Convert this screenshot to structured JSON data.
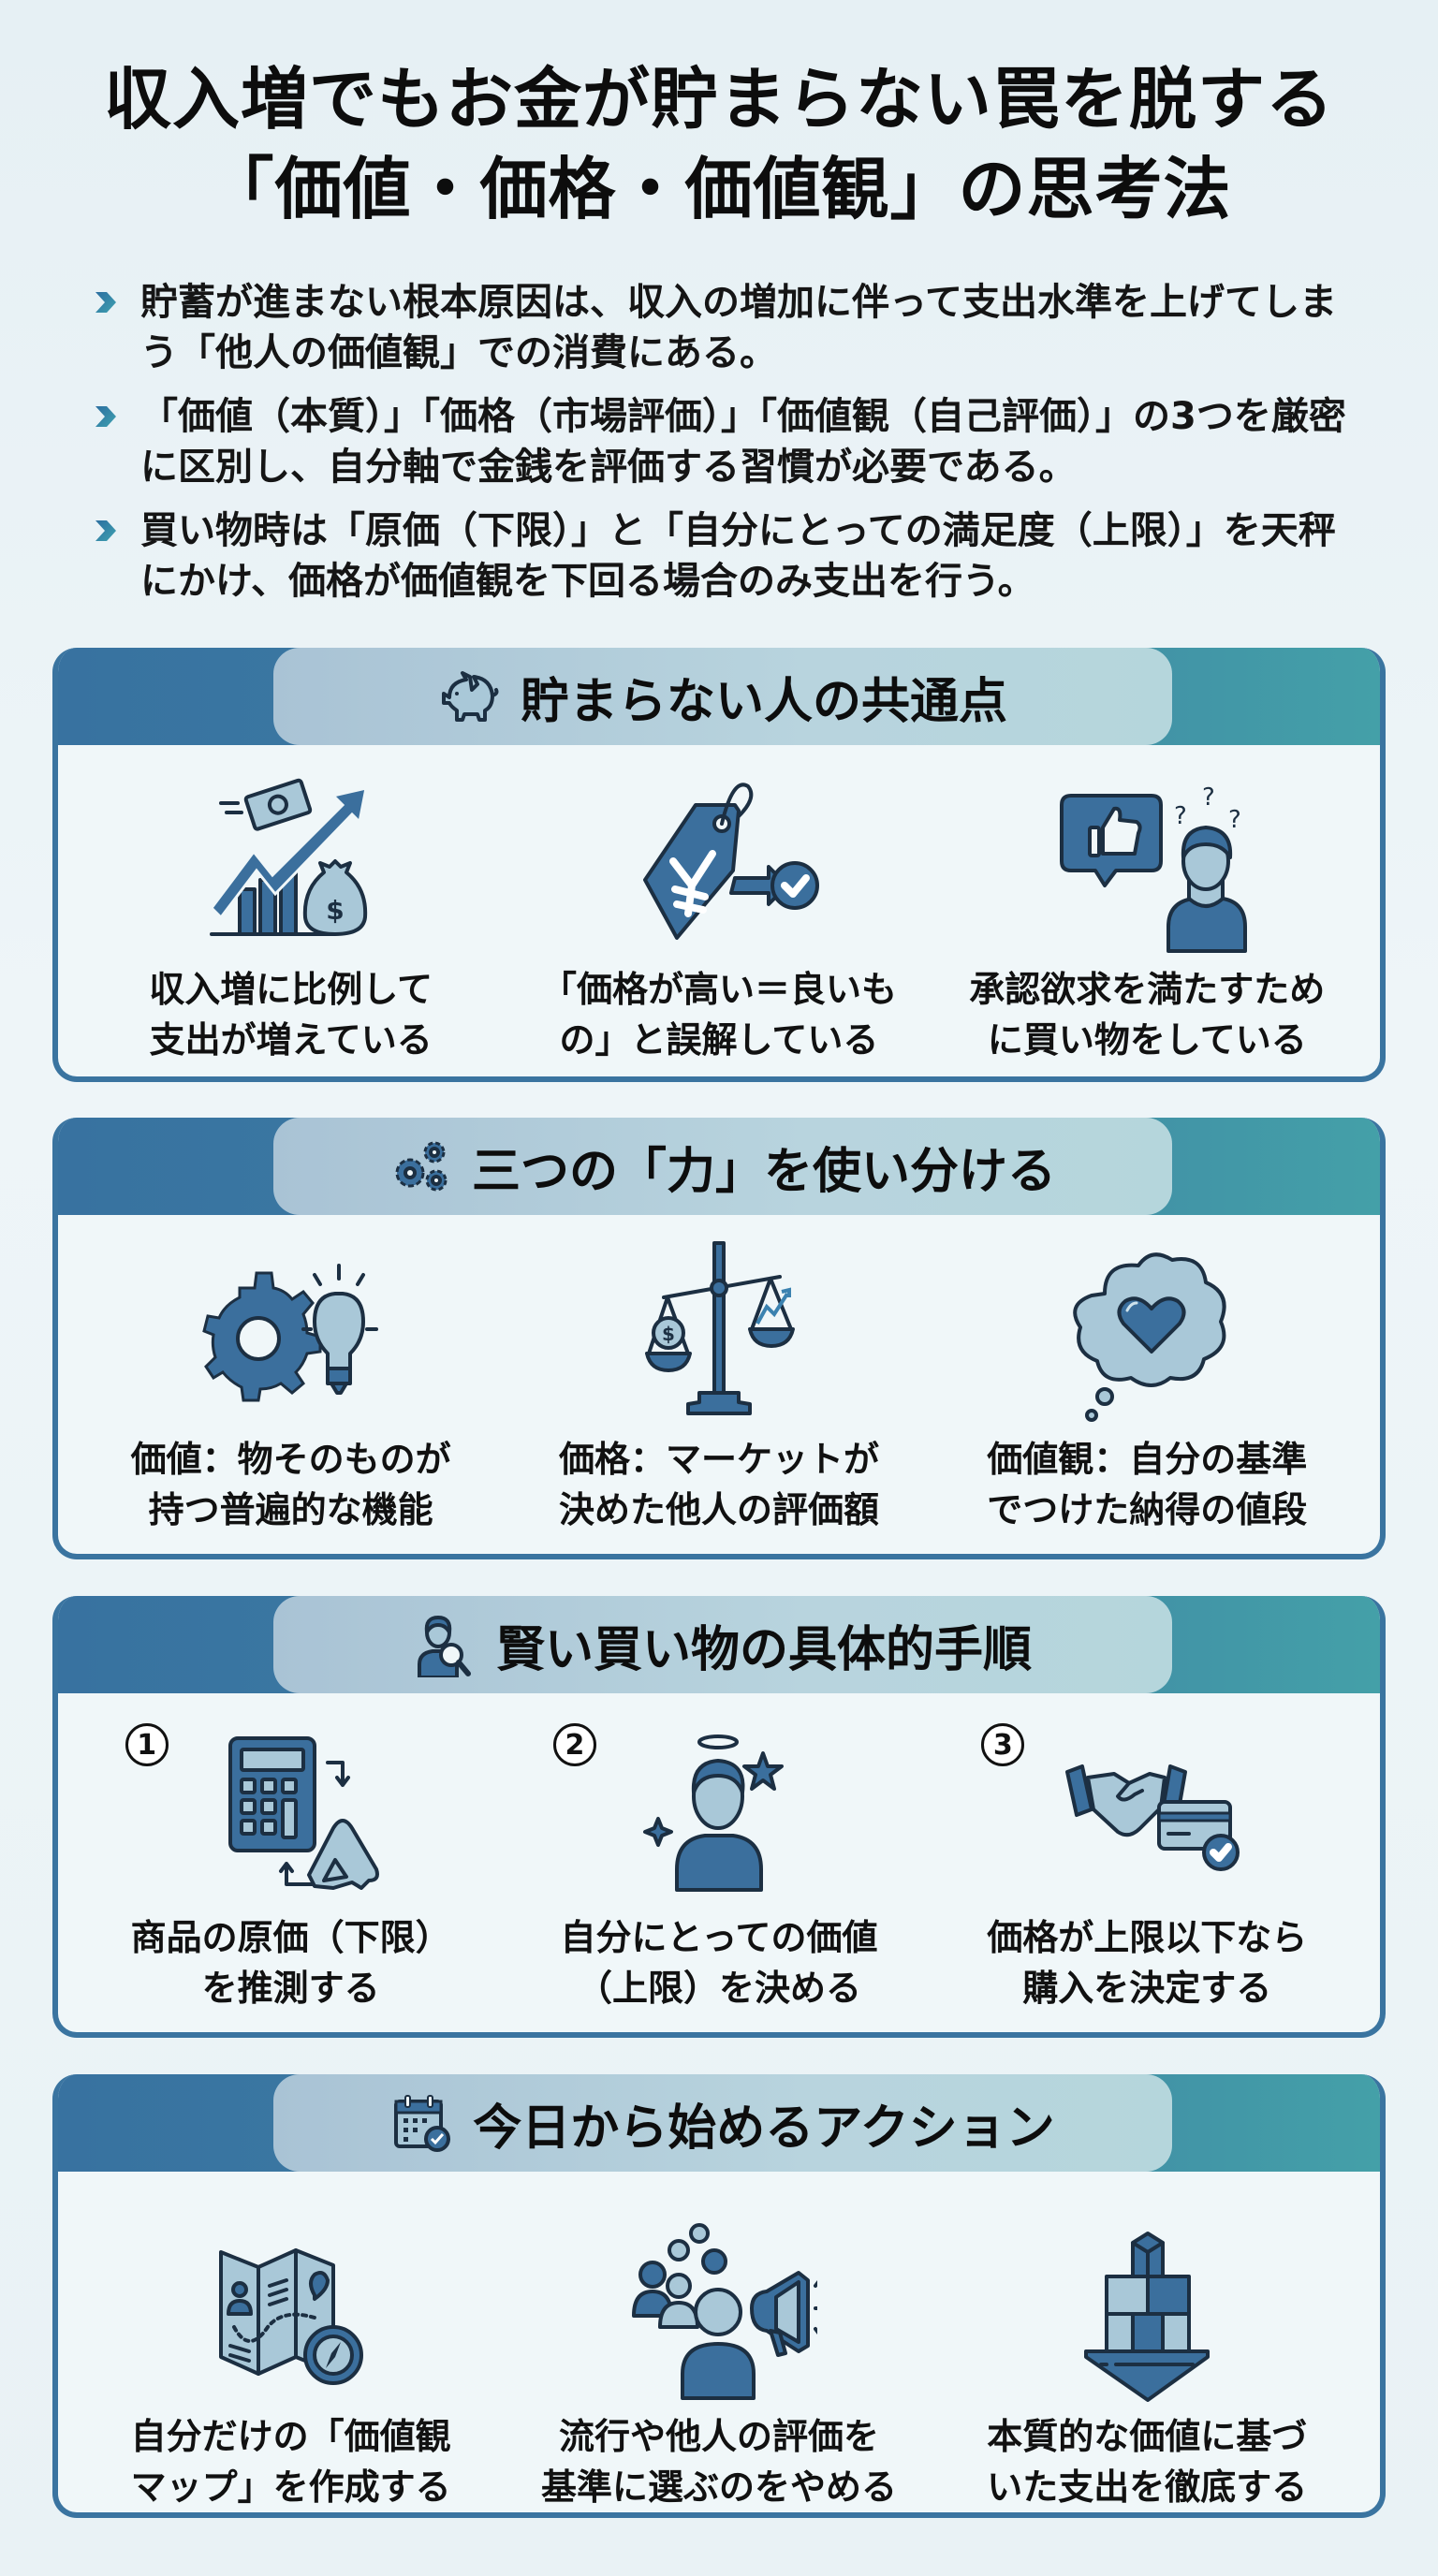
{
  "title": {
    "line1": "収入増でもお金が貯まらない罠を脱する",
    "line2": "「価値・価格・価値観」の思考法"
  },
  "bullets": [
    "貯蓄が進まない根本原因は、収入の増加に伴って支出水準を上げてしまう「他人の価値観」での消費にある。",
    "「価値（本質）」「価格（市場評価）」「価値観（自己評価）」の3つを厳密に区別し、自分軸で金銭を評価する習慣が必要である。",
    "買い物時は「原価（下限）」と「自分にとっての満足度（上限）」を天秤にかけ、価格が価値観を下回る場合のみ支出を行う。"
  ],
  "colors": {
    "header_left": "#3872a0",
    "header_right": "#44a0a8",
    "pill": "#b8d4de",
    "icon_dark": "#3b6f9d",
    "icon_light": "#a9c8d8",
    "outline": "#1c2f42",
    "card_bg": "#f0f7f9"
  },
  "sections": [
    {
      "title": "貯まらない人の共通点",
      "icon": "broken-piggy-bank-icon",
      "items": [
        {
          "icon": "rising-chart-money-icon",
          "text": "収入増に比例して\n支出が増えている"
        },
        {
          "icon": "yen-price-tag-check-icon",
          "text": "「価格が高い＝良いも\nの」と誤解している"
        },
        {
          "icon": "thumbs-up-confused-person-icon",
          "text": "承認欲求を満たすため\nに買い物をしている"
        }
      ]
    },
    {
      "title": "三つの「力」を使い分ける",
      "icon": "gears-icon",
      "items": [
        {
          "icon": "gear-lightbulb-icon",
          "text": "価値：物そのものが\n持つ普遍的な機能"
        },
        {
          "icon": "balance-scale-icon",
          "text": "価格：マーケットが\n決めた他人の評価額"
        },
        {
          "icon": "heart-thought-bubble-icon",
          "text": "価値観：自分の基準\nでつけた納得の値段"
        }
      ]
    },
    {
      "title": "賢い買い物の具体的手順",
      "icon": "person-magnifier-icon",
      "items": [
        {
          "step": "1",
          "icon": "calculator-raw-material-icon",
          "text": "商品の原価（下限）\nを推測する"
        },
        {
          "step": "2",
          "icon": "person-halo-star-icon",
          "text": "自分にとっての価値\n（上限）を決める"
        },
        {
          "step": "3",
          "icon": "handshake-card-check-icon",
          "text": "価格が上限以下なら\n購入を決定する"
        }
      ]
    },
    {
      "title": "今日から始めるアクション",
      "icon": "calendar-check-icon",
      "items": [
        {
          "icon": "map-compass-icon",
          "text": "自分だけの「価値観\nマップ」を作成する"
        },
        {
          "icon": "crowd-megaphone-icon",
          "text": "流行や他人の評価を\n基準に選ぶのをやめる"
        },
        {
          "icon": "blocks-foundation-icon",
          "text": "本質的な価値に基づ\nいた支出を徹底する"
        }
      ]
    }
  ]
}
